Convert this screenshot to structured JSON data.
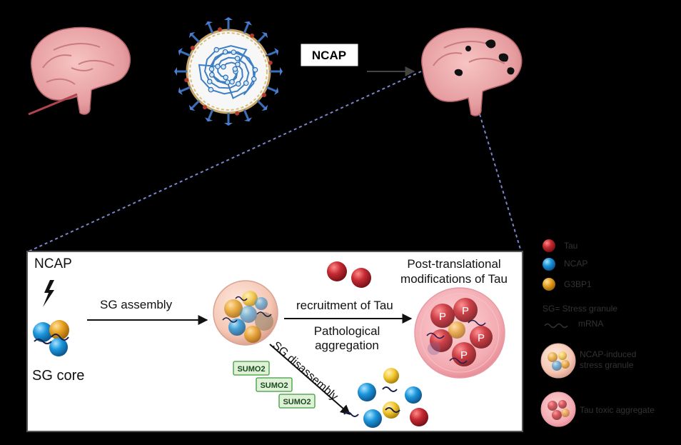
{
  "top": {
    "virus_label": "NCAP"
  },
  "panel": {
    "trigger_label": "NCAP",
    "core_label": "SG core",
    "assembly_label": "SG assembly",
    "recruitment_label": "recruitment of Tau",
    "pathological_line1": "Pathological",
    "pathological_line2": "aggregation",
    "ptm_line1": "Post-translational",
    "ptm_line2": "modifications of Tau",
    "disassembly_label": "SG disassembly",
    "sumo_labels": [
      "SUMO2",
      "SUMO2",
      "SUMO2"
    ],
    "phospho_marker": "P"
  },
  "legend": {
    "tau": "Tau",
    "ncap": "NCAP",
    "g3bp1": "G3BP1",
    "sg_def": "SG= Stress granule",
    "mrna": "mRNA",
    "granule_line1": "NCAP-induced",
    "granule_line2": "stress granule",
    "aggregate": "Tau toxic aggregate"
  },
  "colors": {
    "tau": "#b8272f",
    "ncap": "#1f8fd6",
    "g3bp1": "#e49b1c",
    "sumo_fill": "#dff2d8",
    "sumo_stroke": "#3c9a3c",
    "brain": "#e9a3a6"
  }
}
